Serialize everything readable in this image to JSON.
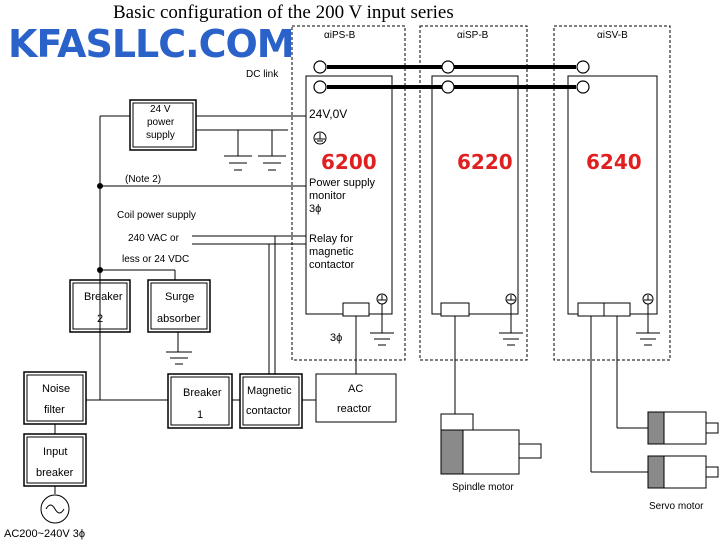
{
  "title": "Basic configuration of the 200 V input series",
  "watermark": "KFASLLC.COM",
  "dc_link": "DC link",
  "units": [
    {
      "name": "αiPS-B",
      "model": "6200"
    },
    {
      "name": "αiSP-B",
      "model": "6220"
    },
    {
      "name": "αiSV-B",
      "model": "6240"
    }
  ],
  "ps_labels": {
    "voltage": "24V,0V",
    "monitor_line1": "Power supply",
    "monitor_line2": "monitor",
    "monitor_line3": "3ϕ",
    "relay_line1": "Relay for",
    "relay_line2": "magnetic",
    "relay_line3": "contactor",
    "three_phase": "3ϕ"
  },
  "power_supply_24v": [
    "24 V",
    "power",
    "supply"
  ],
  "note": "(Note 2)",
  "coil": {
    "line1": "Coil power supply",
    "line2": "240 VAC or",
    "line3": "less or 24 VDC"
  },
  "breaker2": [
    "Breaker",
    "2"
  ],
  "surge": [
    "Surge",
    "absorber"
  ],
  "noise_filter": [
    "Noise",
    "filter"
  ],
  "input_breaker": [
    "Input",
    "breaker"
  ],
  "breaker1": [
    "Breaker",
    "1"
  ],
  "contactor": [
    "Magnetic",
    "contactor"
  ],
  "reactor": [
    "AC",
    "reactor"
  ],
  "ac_source": "AC200~240V   3ϕ",
  "spindle_motor": "Spindle motor",
  "servo_motor": "Servo motor",
  "colors": {
    "brand": "#2a62c9",
    "model": "#e02020",
    "motor_gray": "#8a8a8a"
  }
}
